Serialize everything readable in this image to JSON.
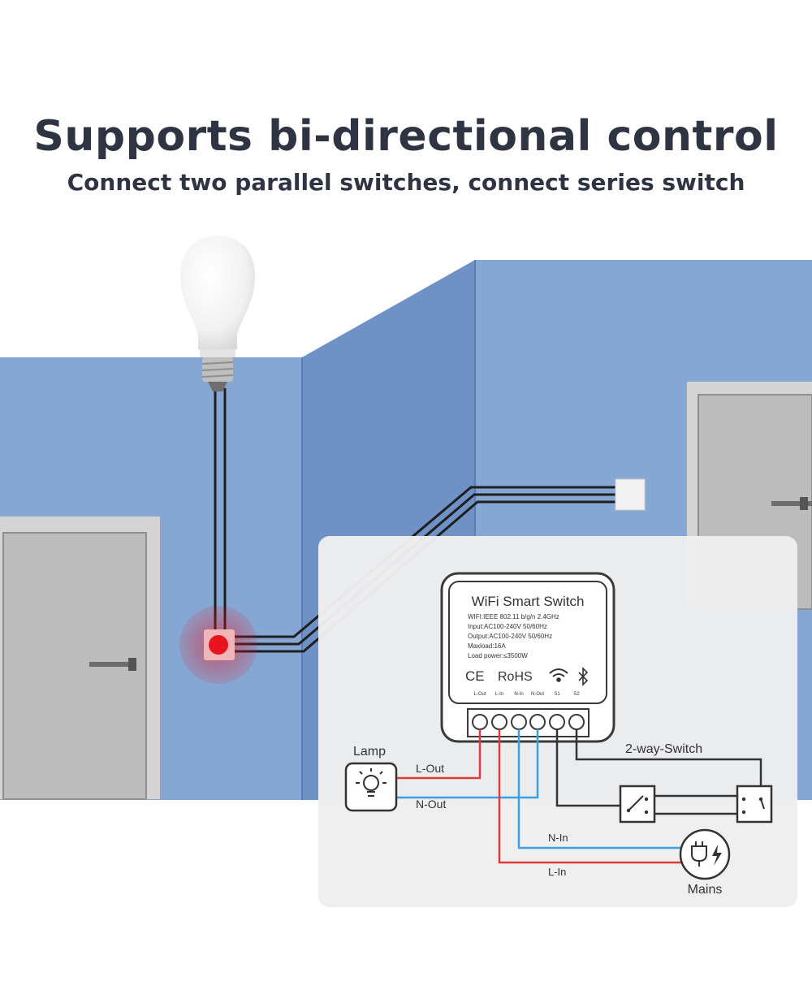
{
  "header": {
    "title": "Supports bi-directional control",
    "subtitle": "Connect two parallel switches, connect series switch"
  },
  "device": {
    "name": "WiFi Smart Switch",
    "specs": [
      "WIFI:IEEE 802.11 b/g/n 2.4GHz",
      "Input:AC100-240V 50/60Hz",
      "Output:AC100-240V 50/60Hz",
      "Maxload:16A",
      "Load power:≤3500W"
    ],
    "cert_ce": "CE",
    "cert_rohs": "RoHS",
    "terminals": [
      "L-Out",
      "L-In",
      "N-In",
      "N-Out",
      "S1",
      "S2"
    ]
  },
  "wiring": {
    "lamp_label": "Lamp",
    "l_out": "L-Out",
    "n_out": "N-Out",
    "n_in": "N-In",
    "l_in": "L-In",
    "switch_label": "2-way-Switch",
    "mains_label": "Mains"
  },
  "icons": [
    "light-bulb-icon",
    "lamp-icon",
    "wifi-icon",
    "bluetooth-icon",
    "plug-icon",
    "lightning-icon",
    "switch-icon"
  ],
  "colors": {
    "wall": "#7f9fcc",
    "wire_live": "#e03b3b",
    "wire_neutral": "#3ea0df",
    "wire_switch": "#333333",
    "indicator": "#e8141e"
  }
}
